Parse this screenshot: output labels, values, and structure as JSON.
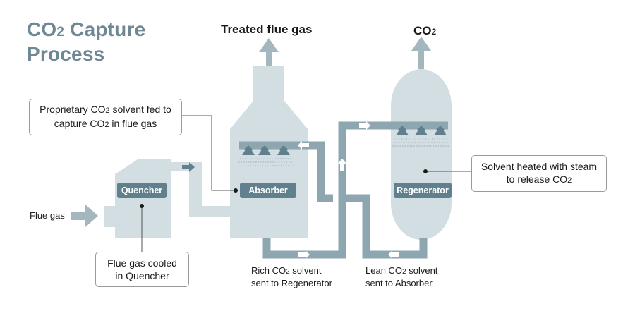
{
  "title": {
    "line1_prefix": "CO",
    "line1_sub": "2",
    "line1_suffix": " Capture",
    "line2": "Process"
  },
  "outputs": {
    "treated_flue_gas": "Treated flue gas",
    "co2_prefix": "CO",
    "co2_sub": "2"
  },
  "units": {
    "quencher": "Quencher",
    "absorber": "Absorber",
    "regenerator": "Regenerator"
  },
  "inputs": {
    "flue_gas": "Flue gas"
  },
  "callouts": {
    "solvent": {
      "l1a": "Proprietary CO",
      "l1b": "2",
      "l1c": " solvent fed to",
      "l2a": "capture CO",
      "l2b": "2",
      "l2c": " in flue gas"
    },
    "quencher": {
      "l1": "Flue gas cooled",
      "l2": "in Quencher"
    },
    "regenerator": {
      "l1": "Solvent heated with steam",
      "l2a": "to release CO",
      "l2b": "2"
    }
  },
  "flows": {
    "rich": {
      "l1a": "Rich CO",
      "l1b": "2",
      "l1c": " solvent",
      "l2": "sent to Regenerator"
    },
    "lean": {
      "l1a": "Lean CO",
      "l1b": "2",
      "l1c": " solvent",
      "l2": "sent to Absorber"
    }
  },
  "colors": {
    "vessel": "#d3dee2",
    "pipe": "#8ea6b0",
    "accent": "#61808d",
    "arrow_gray": "#a4b6be",
    "title": "#6e8894"
  }
}
